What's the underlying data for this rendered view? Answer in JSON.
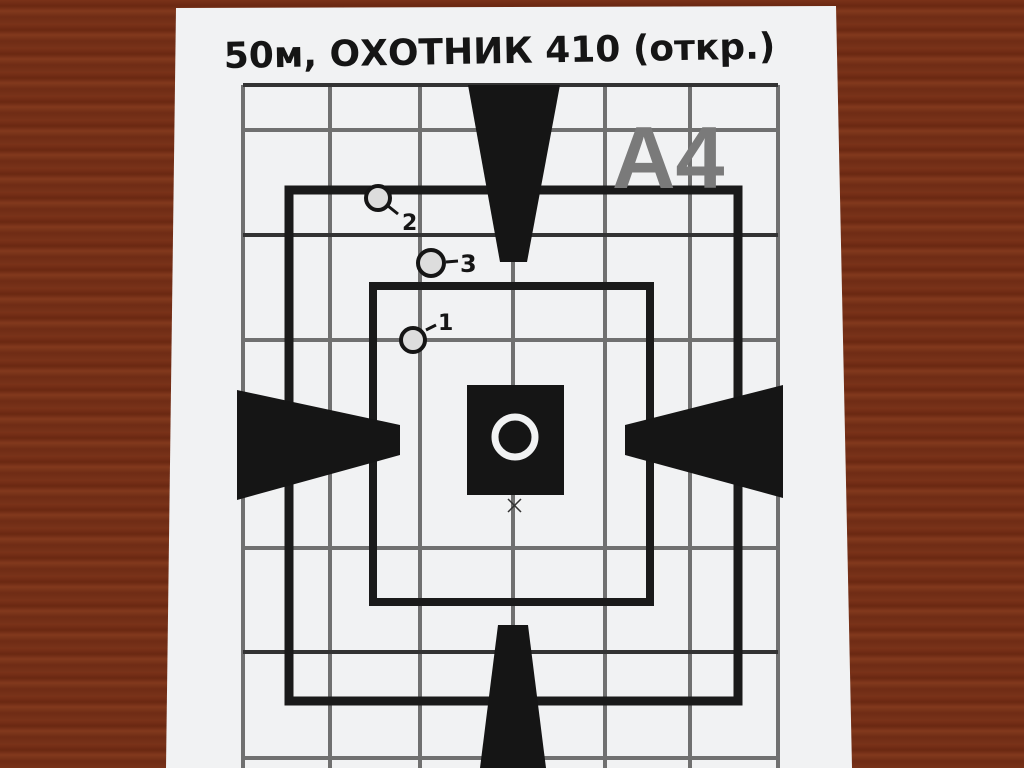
{
  "caption": "50м, ОХОТНИК 410 (откр.)",
  "sheet_label": "A4",
  "shots": [
    {
      "label": "2"
    },
    {
      "label": "3"
    },
    {
      "label": "1"
    }
  ],
  "colors": {
    "wood": "#6e2c16",
    "paper": "#f2f3f4",
    "ink": "#1a1a1a",
    "grid": "#6b6b6b",
    "label_gray": "#7a7a7a"
  }
}
